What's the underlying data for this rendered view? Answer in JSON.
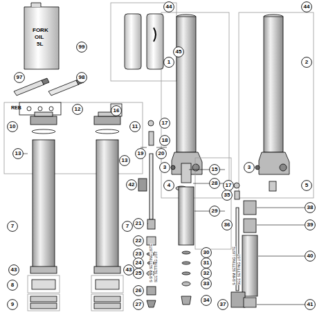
{
  "diagram": {
    "nodes": [
      {
        "text": [
          "99"
        ]
      },
      {
        "text": [
          "97"
        ]
      },
      {
        "text": [
          "98"
        ]
      },
      {
        "text": [
          "12"
        ]
      },
      {
        "text": [
          "16"
        ]
      },
      {
        "text": [
          "45"
        ]
      },
      {
        "text": [
          "44"
        ]
      },
      {
        "text": [
          "44"
        ]
      },
      {
        "text": [
          "1"
        ]
      },
      {
        "text": [
          "2"
        ]
      },
      {
        "text": [
          "3"
        ]
      },
      {
        "text": [
          "3"
        ]
      },
      {
        "text": [
          "4"
        ]
      },
      {
        "text": [
          "5"
        ]
      },
      {
        "text": [
          "10"
        ]
      },
      {
        "text": [
          "11"
        ]
      },
      {
        "text": [
          "13"
        ]
      },
      {
        "text": [
          "13"
        ]
      },
      {
        "text": [
          "17"
        ]
      },
      {
        "text": [
          "18"
        ]
      },
      {
        "text": [
          "19"
        ]
      },
      {
        "text": [
          "20"
        ]
      },
      {
        "text": [
          "15"
        ]
      },
      {
        "text": [
          "28"
        ]
      },
      {
        "text": [
          "29"
        ]
      },
      {
        "text": [
          "42"
        ]
      },
      {
        "text": [
          "7"
        ]
      },
      {
        "text": [
          "7"
        ]
      },
      {
        "text": [
          "17"
        ]
      },
      {
        "text": [
          "35"
        ]
      },
      {
        "text": [
          "38"
        ]
      },
      {
        "text": [
          "39"
        ]
      },
      {
        "text": [
          "36"
        ]
      },
      {
        "text": [
          "21"
        ]
      },
      {
        "text": [
          "22"
        ]
      },
      {
        "text": [
          "30"
        ]
      },
      {
        "text": [
          "23"
        ]
      },
      {
        "text": [
          "31"
        ]
      },
      {
        "text": [
          "24"
        ]
      },
      {
        "text": [
          "40"
        ]
      },
      {
        "text": [
          "43"
        ]
      },
      {
        "text": [
          "43"
        ]
      },
      {
        "text": [
          "25"
        ]
      },
      {
        "text": [
          "32"
        ]
      },
      {
        "text": [
          "8"
        ]
      },
      {
        "text": [
          "33"
        ]
      },
      {
        "text": [
          "26"
        ]
      },
      {
        "text": [
          "34"
        ]
      },
      {
        "text": [
          "9"
        ]
      },
      {
        "text": [
          "27"
        ]
      },
      {
        "text": [
          "37"
        ]
      },
      {
        "text": [
          "41"
        ]
      }
    ],
    "labels": [
      "FORK",
      "OIL",
      "5L",
      "REB",
      "S-SHIM SETTING LISTE",
      "SEE SETTING LIST",
      "S-SHIM SETTING LISTE",
      "SEE SETTING LIST"
    ]
  }
}
